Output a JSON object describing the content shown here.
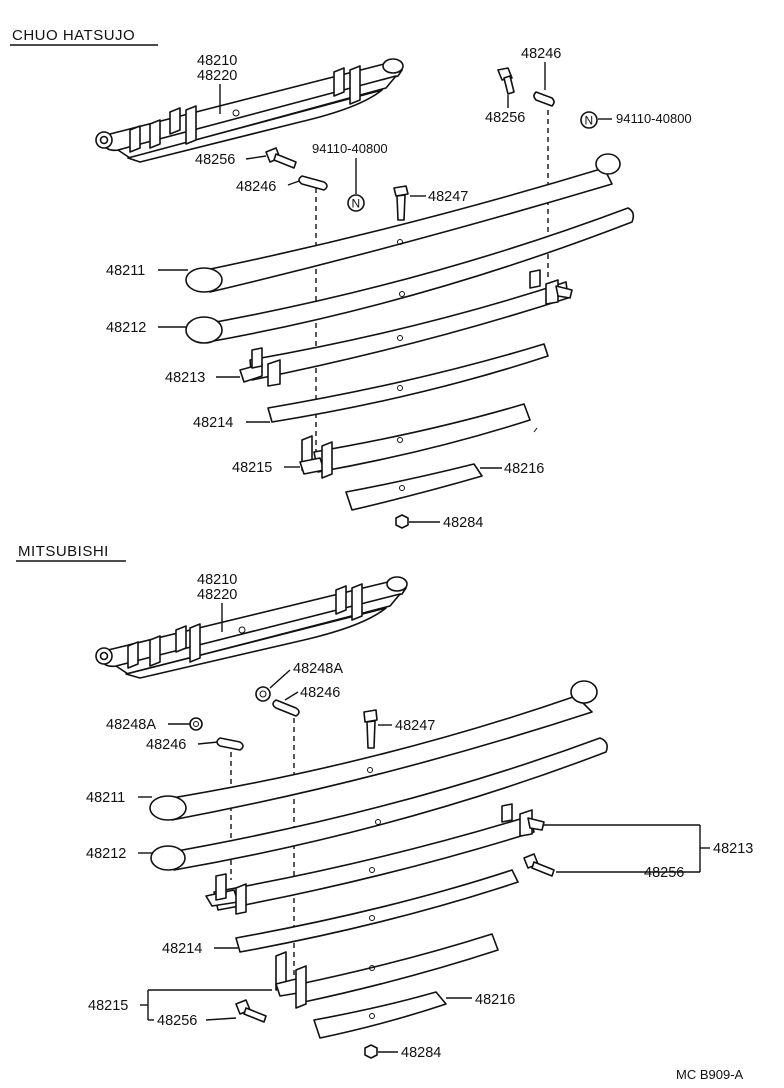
{
  "sections": {
    "chuo": {
      "title": "CHUO  HATSUJO",
      "labels": {
        "assy_a": "48210",
        "assy_b": "48220",
        "bolt_48256_left": "48256",
        "pin_48246_left": "48246",
        "nut_ref_center": "94110-40800",
        "bolt_48247": "48247",
        "pin_48246_right": "48246",
        "bolt_48256_right": "48256",
        "nut_ref_right": "94110-40800",
        "leaf_48211": "48211",
        "leaf_48212": "48212",
        "leaf_48213": "48213",
        "leaf_48214": "48214",
        "leaf_48215": "48215",
        "leaf_48216": "48216",
        "nut_48284": "48284"
      },
      "nut_symbol": "N"
    },
    "mitsubishi": {
      "title": "MITSUBISHI",
      "labels": {
        "assy_a": "48210",
        "assy_b": "48220",
        "bush_center": "48248A",
        "pin_center": "48246",
        "bush_left": "48248A",
        "pin_left": "48246",
        "bolt_48247": "48247",
        "leaf_48211": "48211",
        "leaf_48212": "48212",
        "leaf_48214": "48214",
        "leaf_48215": "48215",
        "bolt_48256_lower": "48256",
        "leaf_48216": "48216",
        "nut_48284": "48284",
        "leaf_48213": "48213",
        "bolt_48256_right": "48256"
      }
    }
  },
  "footer": {
    "code": "MC  B909-A"
  },
  "icons": [
    "bolt-icon",
    "pin-icon",
    "nut-icon",
    "bushing-icon"
  ]
}
